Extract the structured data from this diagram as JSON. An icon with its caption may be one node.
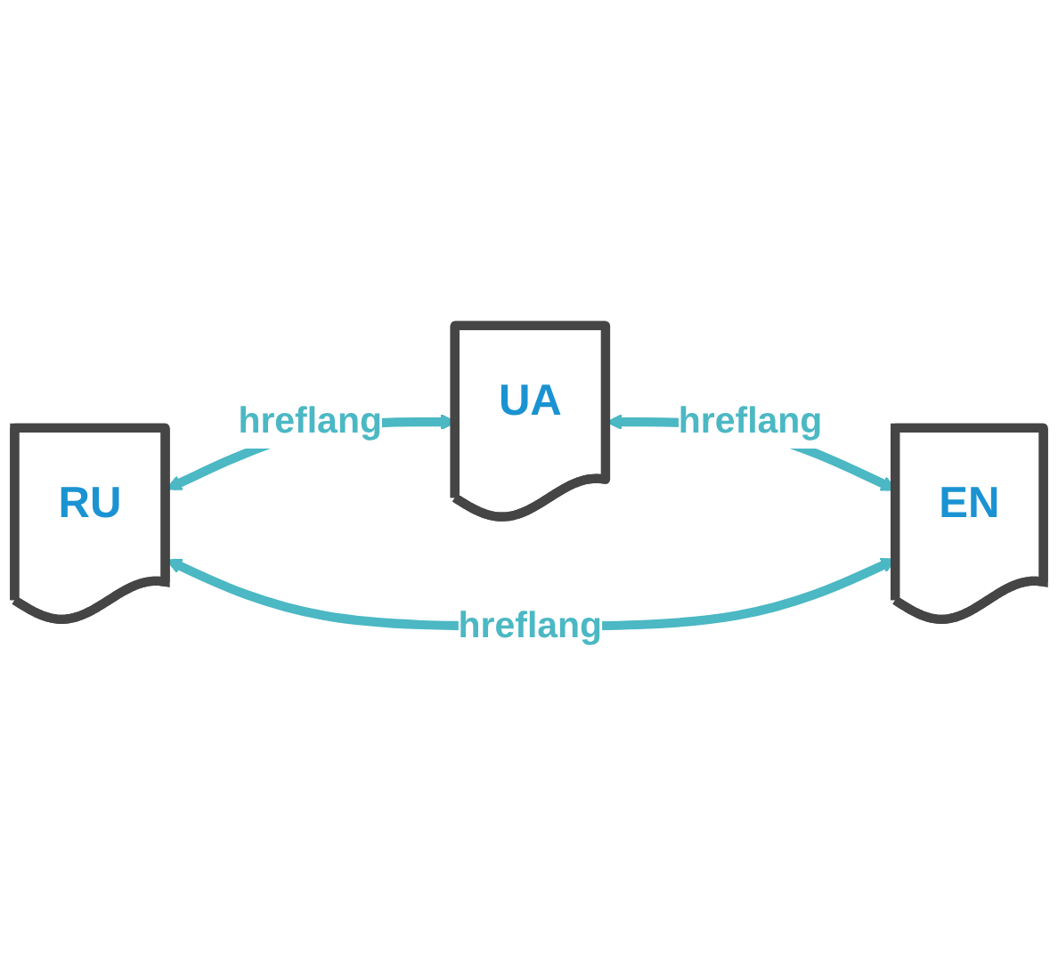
{
  "diagram": {
    "nodes": [
      {
        "text": [
          "UA"
        ]
      },
      {
        "text": [
          "RU"
        ]
      },
      {
        "text": [
          "EN"
        ]
      }
    ],
    "edges": [
      {
        "from": 1,
        "to": 0,
        "arrow": "both",
        "label": "hreflang"
      },
      {
        "from": 0,
        "to": 2,
        "arrow": "both",
        "label": "hreflang"
      },
      {
        "from": 1,
        "to": 2,
        "arrow": "both",
        "label": "hreflang"
      }
    ]
  }
}
